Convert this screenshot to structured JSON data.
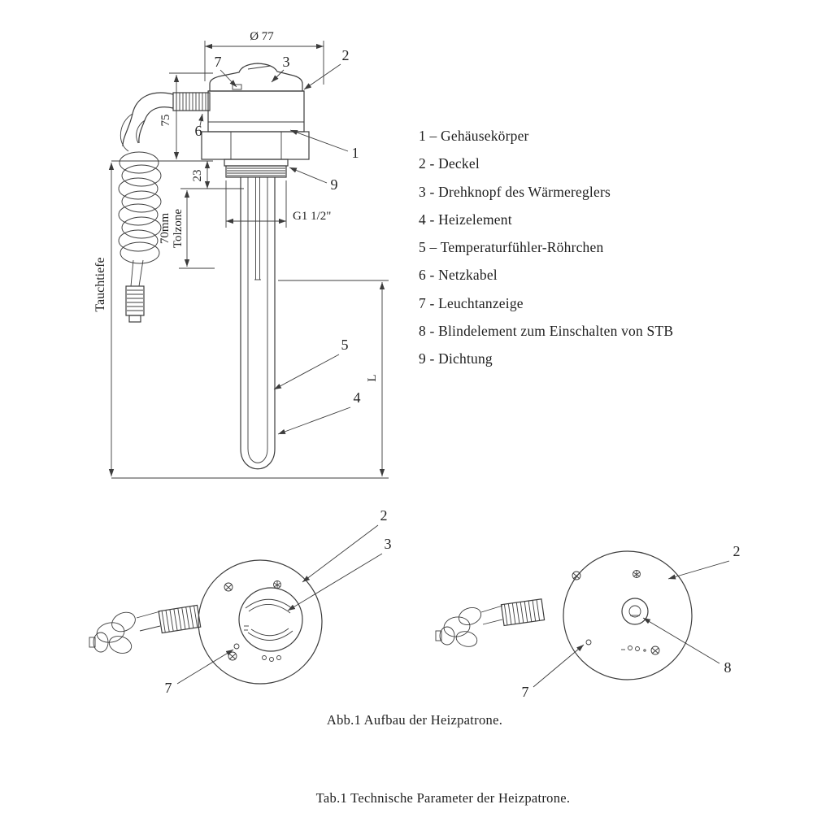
{
  "legend": {
    "items": [
      "1 – Gehäusekörper",
      "2 - Deckel",
      "3 - Drehknopf des Wärmereglers",
      "4 - Heizelement",
      "5 – Temperaturfühler-Röhrchen",
      "6 - Netzkabel",
      "7 - Leuchtanzeige",
      "8 - Blindelement zum Einschalten von STB",
      "9 - Dichtung"
    ]
  },
  "dimensions": {
    "diameter": "Ø 77",
    "height_upper": "75",
    "gasket_height": "23",
    "tolerance_value": "70mm",
    "tolerance_label": "Tolzone",
    "immersion_depth": "Tauchtiefe",
    "thread": "G1 1/2\"",
    "element_length": "L"
  },
  "callouts": {
    "n1": "1",
    "n2": "2",
    "n3": "3",
    "n4": "4",
    "n5": "5",
    "n6": "6",
    "n7": "7",
    "n8": "8",
    "n9": "9"
  },
  "captions": {
    "figure": "Abb.1 Aufbau der Heizpatrone.",
    "table": "Tab.1 Technische Parameter der Heizpatrone."
  }
}
